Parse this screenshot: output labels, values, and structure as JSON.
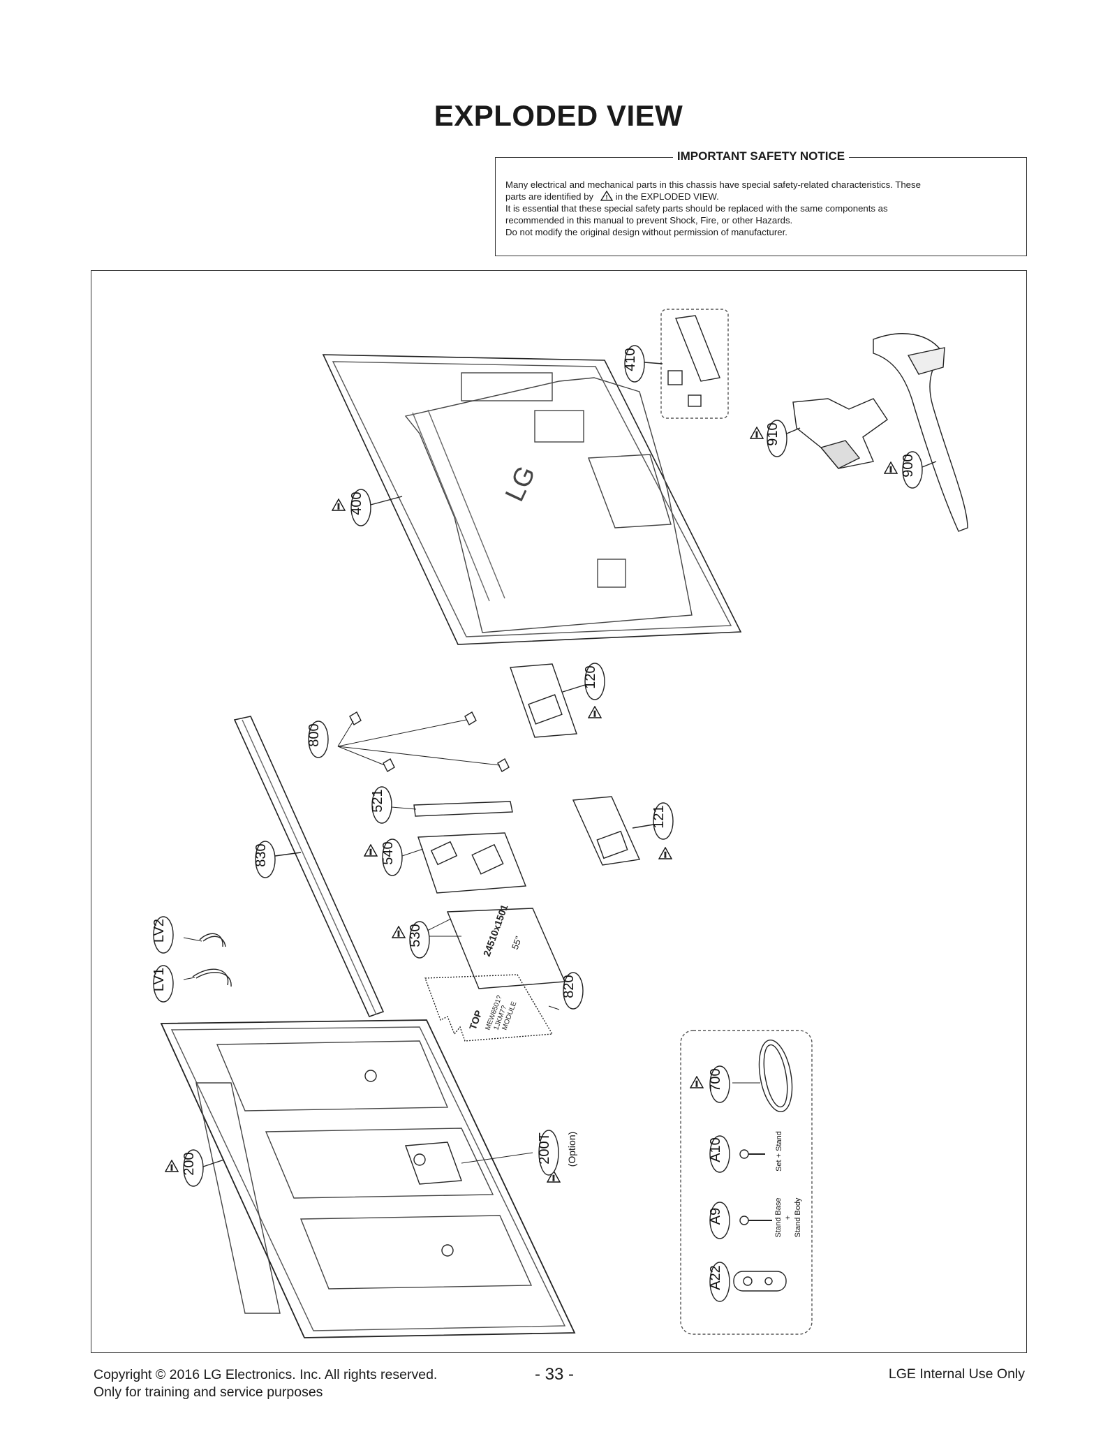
{
  "page": {
    "title": "EXPLODED VIEW"
  },
  "notice": {
    "heading": "IMPORTANT SAFETY NOTICE",
    "line1": "Many electrical and mechanical parts in this chassis have special safety-related characteristics. These",
    "line2_a": "parts are identified by",
    "line2_b": "in the EXPLODED VIEW.",
    "line3": "It is essential that these special safety parts should be replaced with the same components as",
    "line4": "recommended in this manual to prevent Shock, Fire, or other Hazards.",
    "line5": "Do not modify the original design without permission of manufacturer."
  },
  "parts": {
    "p410": "410",
    "p910": "910",
    "p900": "900",
    "p400": "400",
    "p120": "120",
    "p800": "800",
    "p521": "521",
    "p121": "121",
    "p830": "830",
    "p540": "540",
    "p530": "530",
    "p820": "820",
    "pLV2": "LV2",
    "pLV1": "LV1",
    "p700": "700",
    "p200": "200",
    "p200T": "200T",
    "p200T_note": "(Option)",
    "pA10": "A10",
    "pA10_note": "Set + Stand",
    "pA9": "A9",
    "pA9_note1": "Stand Base",
    "pA9_note2": "+",
    "pA9_note3": "Stand Body",
    "pA22": "A22"
  },
  "diagram_text": {
    "back_logo": "LG",
    "module_code": "24510x1501",
    "module_size": "55\"",
    "sheet_top": "TOP",
    "sheet_l1": "MEW6501?",
    "sheet_l2": "1JKM7?",
    "sheet_l3": "MODULE"
  },
  "footer": {
    "copyright": "Copyright  © 2016 LG Electronics. Inc. All rights reserved.",
    "training": "Only for training and service purposes",
    "page_number": "- 33 -",
    "internal": "LGE Internal Use Only"
  }
}
